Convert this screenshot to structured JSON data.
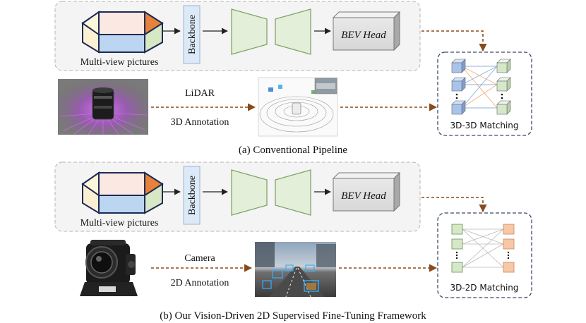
{
  "top": {
    "multiview_label": "Multi-view pictures",
    "backbone_label": "Backbone",
    "bev_head_label": "BEV Head",
    "lidar_label": "LiDAR",
    "annotation_label": "3D Annotation",
    "matching_label": "3D-3D Matching",
    "caption": "(a) Conventional Pipeline"
  },
  "bottom": {
    "multiview_label": "Multi-view pictures",
    "backbone_label": "Backbone",
    "bev_head_label": "BEV Head",
    "camera_label": "Camera",
    "annotation_label": "2D Annotation",
    "matching_label": "3D-2D Matching",
    "caption": "(b) Our Vision-Driven 2D Supervised Fine-Tuning Framework"
  },
  "colors": {
    "dashed_arrow": "#8a4a1c",
    "encoder_green": "#e3efd9",
    "backbone_blue": "#dce9f7",
    "cube_blue": "#a9c4ea",
    "cube_green": "#d6e8c8",
    "square_orange": "#f7c7a6",
    "hex_orange": "#e8823a",
    "matching_border": "#3a4a66"
  },
  "icons": {
    "lidar": "lidar-sensor-photo",
    "camera": "camera-device-icon",
    "lidar_result": "lidar-point-cloud-image",
    "camera_result": "road-camera-image"
  }
}
